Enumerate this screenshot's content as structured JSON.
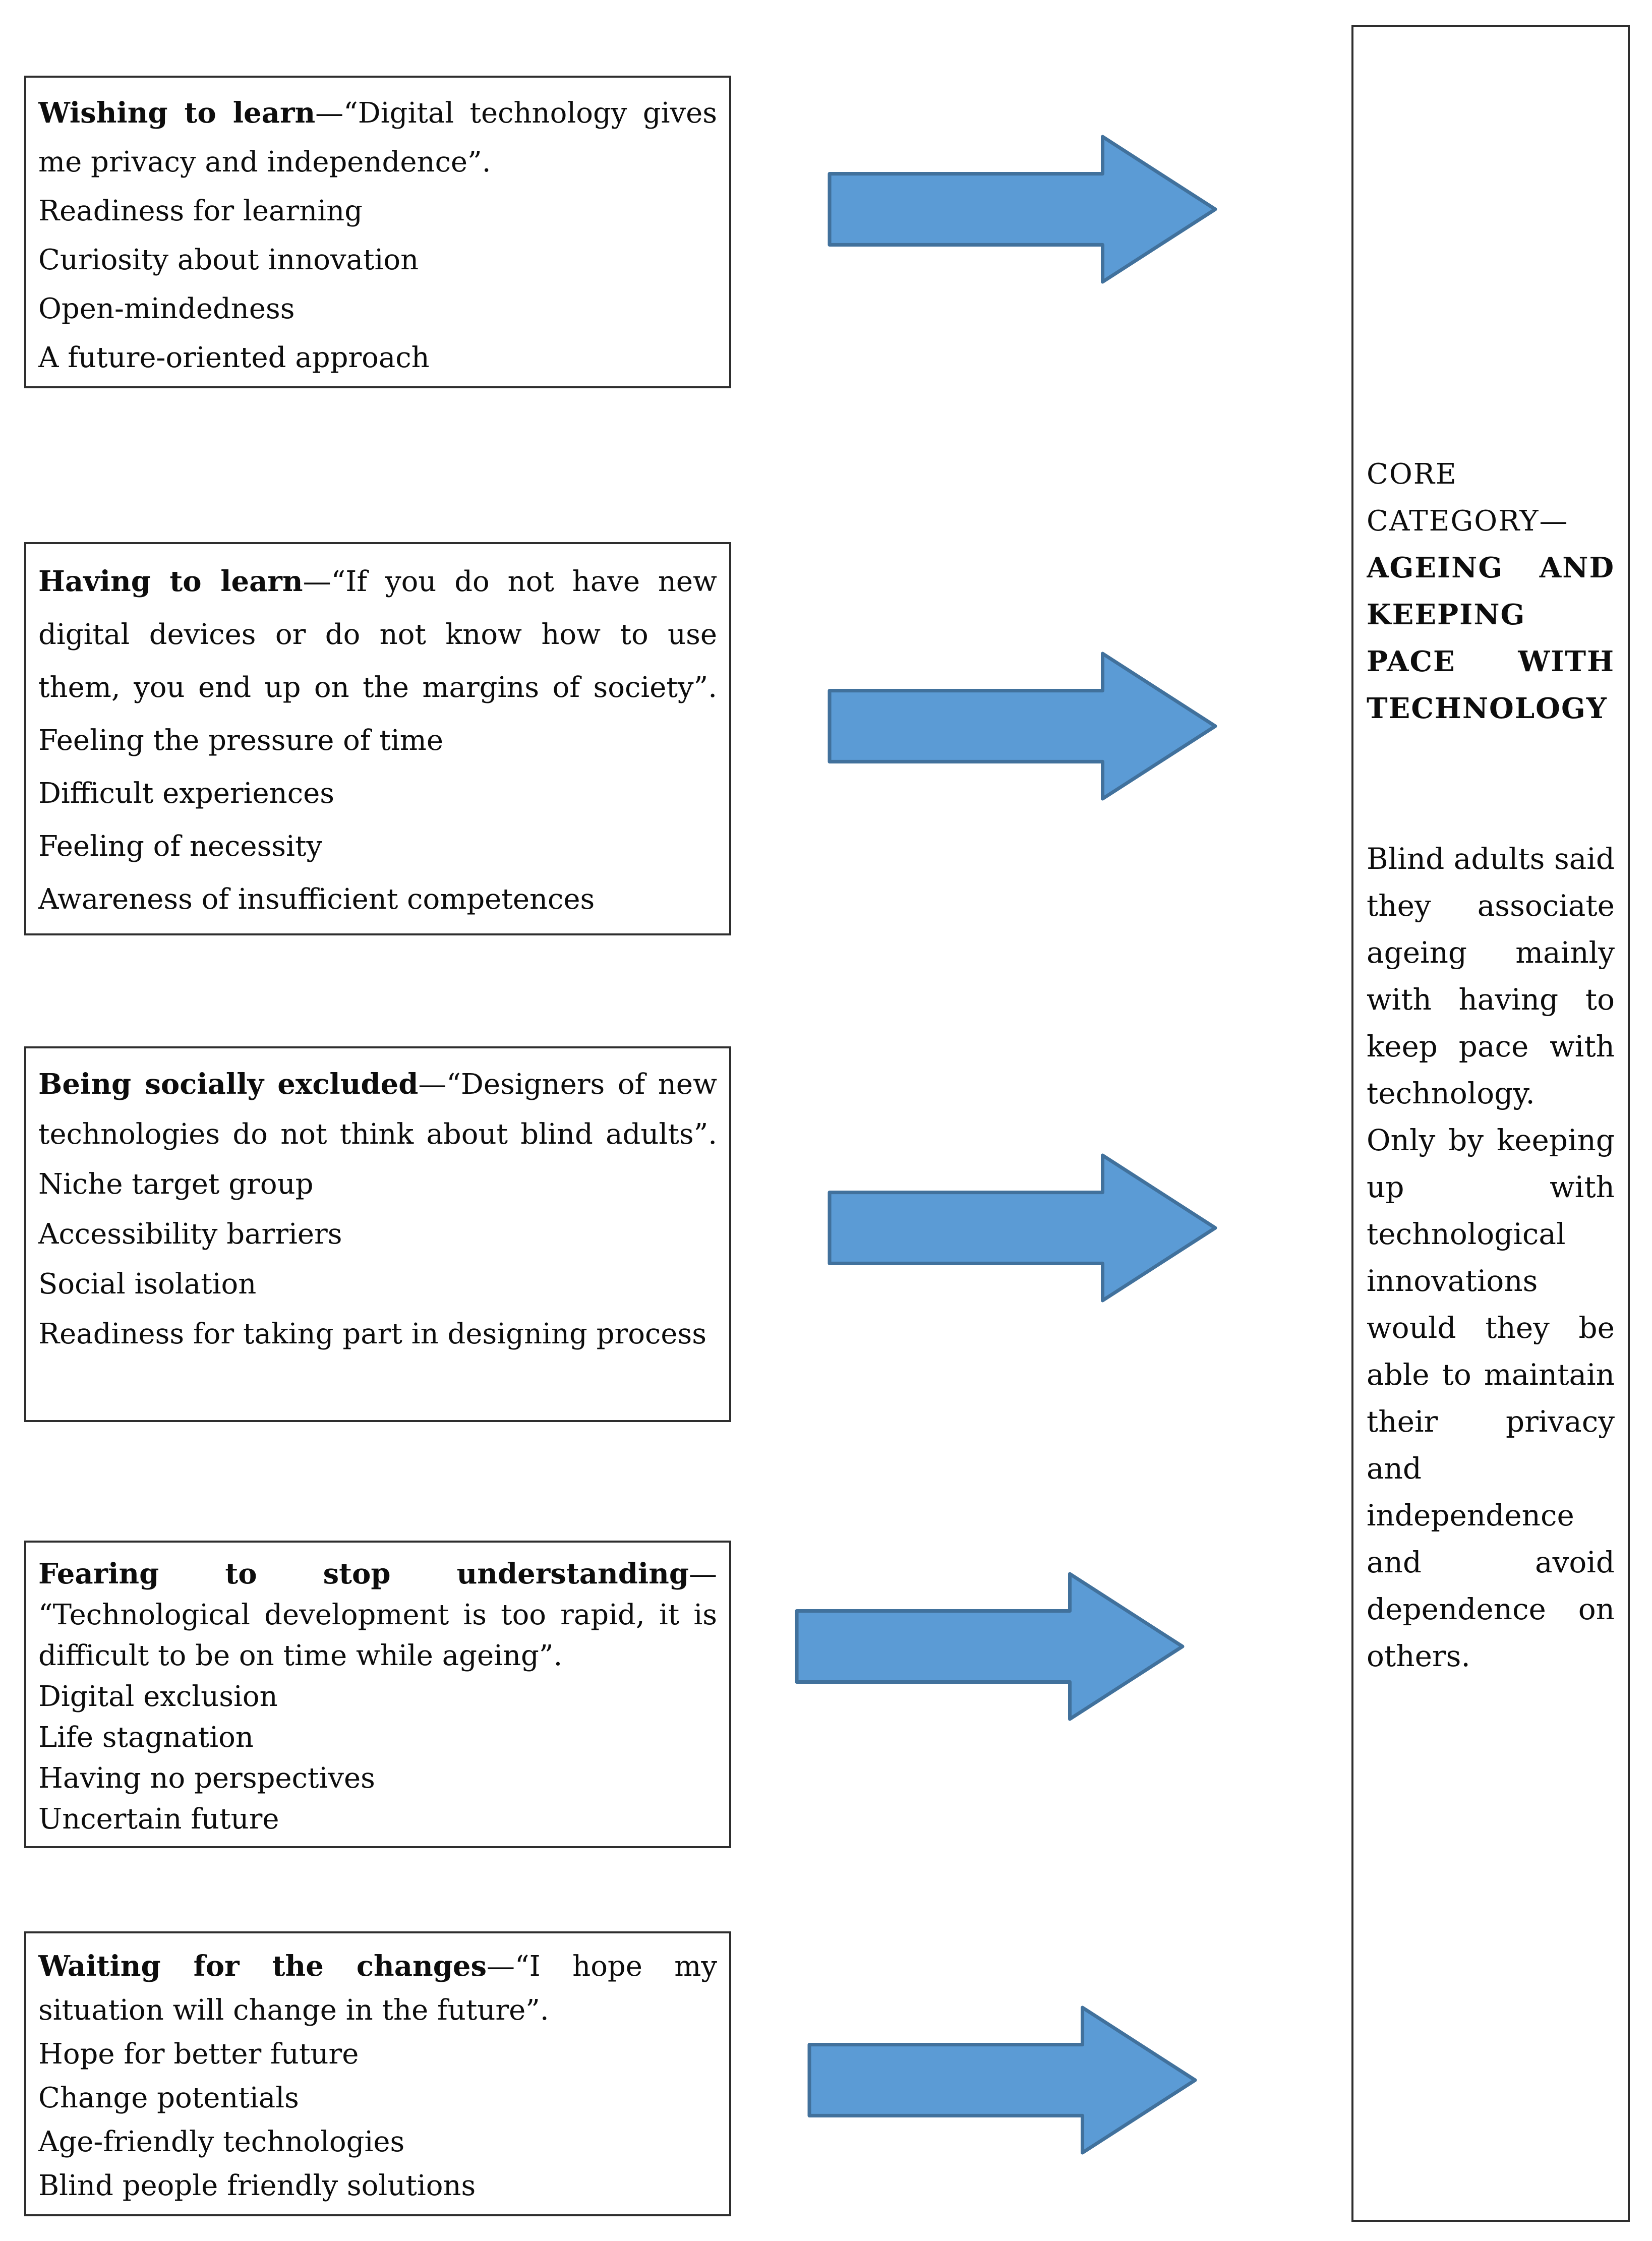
{
  "figure": {
    "type": "grounded-theory category diagram",
    "background": "#ffffff",
    "arrow_fill": "#5b9bd5",
    "arrow_stroke": "#41719c",
    "border_color": "#2e2e2e",
    "text_color": "#0d0d0d"
  },
  "boxes": [
    {
      "id": "wishing-to-learn",
      "lines": [
        {
          "segments": [
            {
              "text": "Wishing to learn",
              "bold": true
            },
            {
              "text": "—“Digital technology gives",
              "bold": false
            }
          ],
          "justify": true
        },
        {
          "text": "me privacy and independence”.",
          "justify": false
        },
        {
          "text": "Readiness for learning",
          "justify": false
        },
        {
          "text": "Curiosity about innovation",
          "justify": false
        },
        {
          "text": "Open-mindedness",
          "justify": false
        },
        {
          "text": "A future-oriented approach",
          "justify": false
        }
      ]
    },
    {
      "id": "having-to-learn",
      "lines": [
        {
          "segments": [
            {
              "text": "Having to learn",
              "bold": true
            },
            {
              "text": "—“If you do not have new",
              "bold": false
            }
          ],
          "justify": true
        },
        {
          "text": "digital devices or do not know how to use",
          "justify": true
        },
        {
          "text": "them, you end up on the margins of society”.",
          "justify": true
        },
        {
          "text": "Feeling the pressure of time",
          "justify": false
        },
        {
          "text": "Difficult experiences",
          "justify": false
        },
        {
          "text": "Feeling of necessity",
          "justify": false
        },
        {
          "text": "Awareness of insufficient competences",
          "justify": false
        }
      ]
    },
    {
      "id": "being-socially-excluded",
      "lines": [
        {
          "segments": [
            {
              "text": "Being socially excluded",
              "bold": true
            },
            {
              "text": "—“Designers of new",
              "bold": false
            }
          ],
          "justify": true
        },
        {
          "text": "technologies do not think about blind adults”.",
          "justify": true
        },
        {
          "text": "Niche target group",
          "justify": false
        },
        {
          "text": "Accessibility barriers",
          "justify": false
        },
        {
          "text": "Social isolation",
          "justify": false
        },
        {
          "text": "Readiness for taking part in designing process",
          "justify": false
        }
      ]
    },
    {
      "id": "fearing-to-stop-understanding",
      "lines": [
        {
          "segments": [
            {
              "text": "Fearing to stop understanding",
              "bold": true
            },
            {
              "text": "—",
              "bold": false
            }
          ],
          "justify": true
        },
        {
          "text": "“Technological development is too rapid, it is",
          "justify": true
        },
        {
          "text": "difficult to be on time while ageing”.",
          "justify": false
        },
        {
          "text": "Digital exclusion",
          "justify": false
        },
        {
          "text": "Life stagnation",
          "justify": false
        },
        {
          "text": "Having no perspectives",
          "justify": false
        },
        {
          "text": "Uncertain future",
          "justify": false
        }
      ]
    },
    {
      "id": "waiting-for-the-changes",
      "lines": [
        {
          "segments": [
            {
              "text": "Waiting for the changes",
              "bold": true
            },
            {
              "text": "—“I hope my",
              "bold": false
            }
          ],
          "justify": true
        },
        {
          "text": "situation will change in the future”.",
          "justify": false
        },
        {
          "text": "Hope for better future",
          "justify": false
        },
        {
          "text": "Change potentials",
          "justify": false
        },
        {
          "text": "Age-friendly technologies",
          "justify": false
        },
        {
          "text": "Blind people friendly solutions",
          "justify": false
        }
      ]
    }
  ],
  "arrows": [
    {
      "id": "arrow-1",
      "direction": "right"
    },
    {
      "id": "arrow-2",
      "direction": "right"
    },
    {
      "id": "arrow-3",
      "direction": "right"
    },
    {
      "id": "arrow-4",
      "direction": "right"
    },
    {
      "id": "arrow-5",
      "direction": "right"
    }
  ],
  "right_panel": {
    "heading_lines": [
      {
        "text": "CORE",
        "justify": false,
        "bold": false
      },
      {
        "text": "CATEGORY—",
        "justify": false,
        "bold": false
      },
      {
        "text": "AGEING AND",
        "justify": true,
        "bold": true
      },
      {
        "text": "KEEPING",
        "justify": false,
        "bold": true
      },
      {
        "text": "PACE WITH",
        "justify": true,
        "bold": true
      },
      {
        "text": "TECHNOLOGY",
        "justify": false,
        "bold": true
      }
    ],
    "body_lines": [
      {
        "text": "Blind adults said",
        "justify": true
      },
      {
        "text": "they associate",
        "justify": true
      },
      {
        "text": "ageing mainly",
        "justify": true
      },
      {
        "text": "with having to",
        "justify": true
      },
      {
        "text": "keep pace with",
        "justify": true
      },
      {
        "text": "technology.",
        "justify": false
      },
      {
        "text": "Only by keeping",
        "justify": true
      },
      {
        "text": "up with",
        "justify": true
      },
      {
        "text": "technological",
        "justify": false
      },
      {
        "text": "innovations",
        "justify": false
      },
      {
        "text": "would they be",
        "justify": true
      },
      {
        "text": "able to maintain",
        "justify": true
      },
      {
        "text": "their privacy",
        "justify": true
      },
      {
        "text": "and",
        "justify": false
      },
      {
        "text": "independence",
        "justify": false
      },
      {
        "text": "and avoid",
        "justify": true
      },
      {
        "text": "dependence on",
        "justify": true
      },
      {
        "text": "others.",
        "justify": false
      }
    ]
  }
}
